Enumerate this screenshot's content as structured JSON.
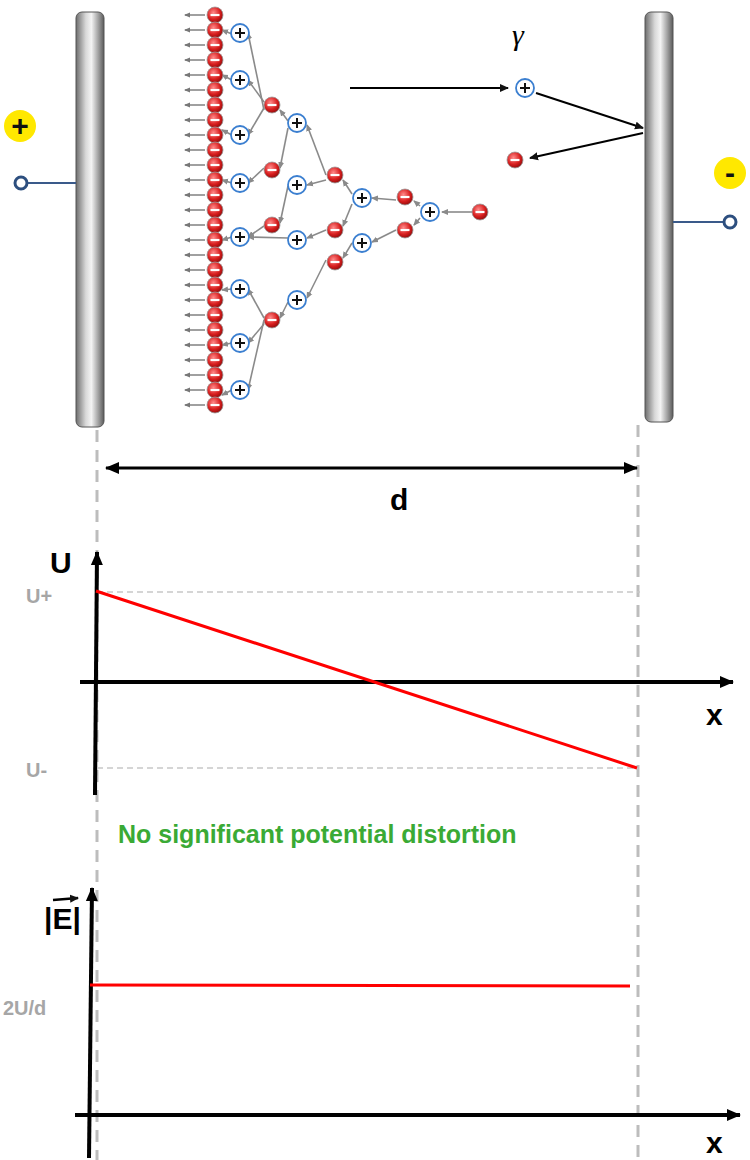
{
  "diagram": {
    "nodes": [
      {
        "text": [
          "+"
        ]
      },
      {
        "text": [
          "-"
        ]
      }
    ],
    "labels": [
      "γ",
      "d",
      "U",
      "U+",
      "U-",
      "x",
      "No significant potential distortion",
      "|E|",
      "2U/d",
      "x"
    ]
  }
}
